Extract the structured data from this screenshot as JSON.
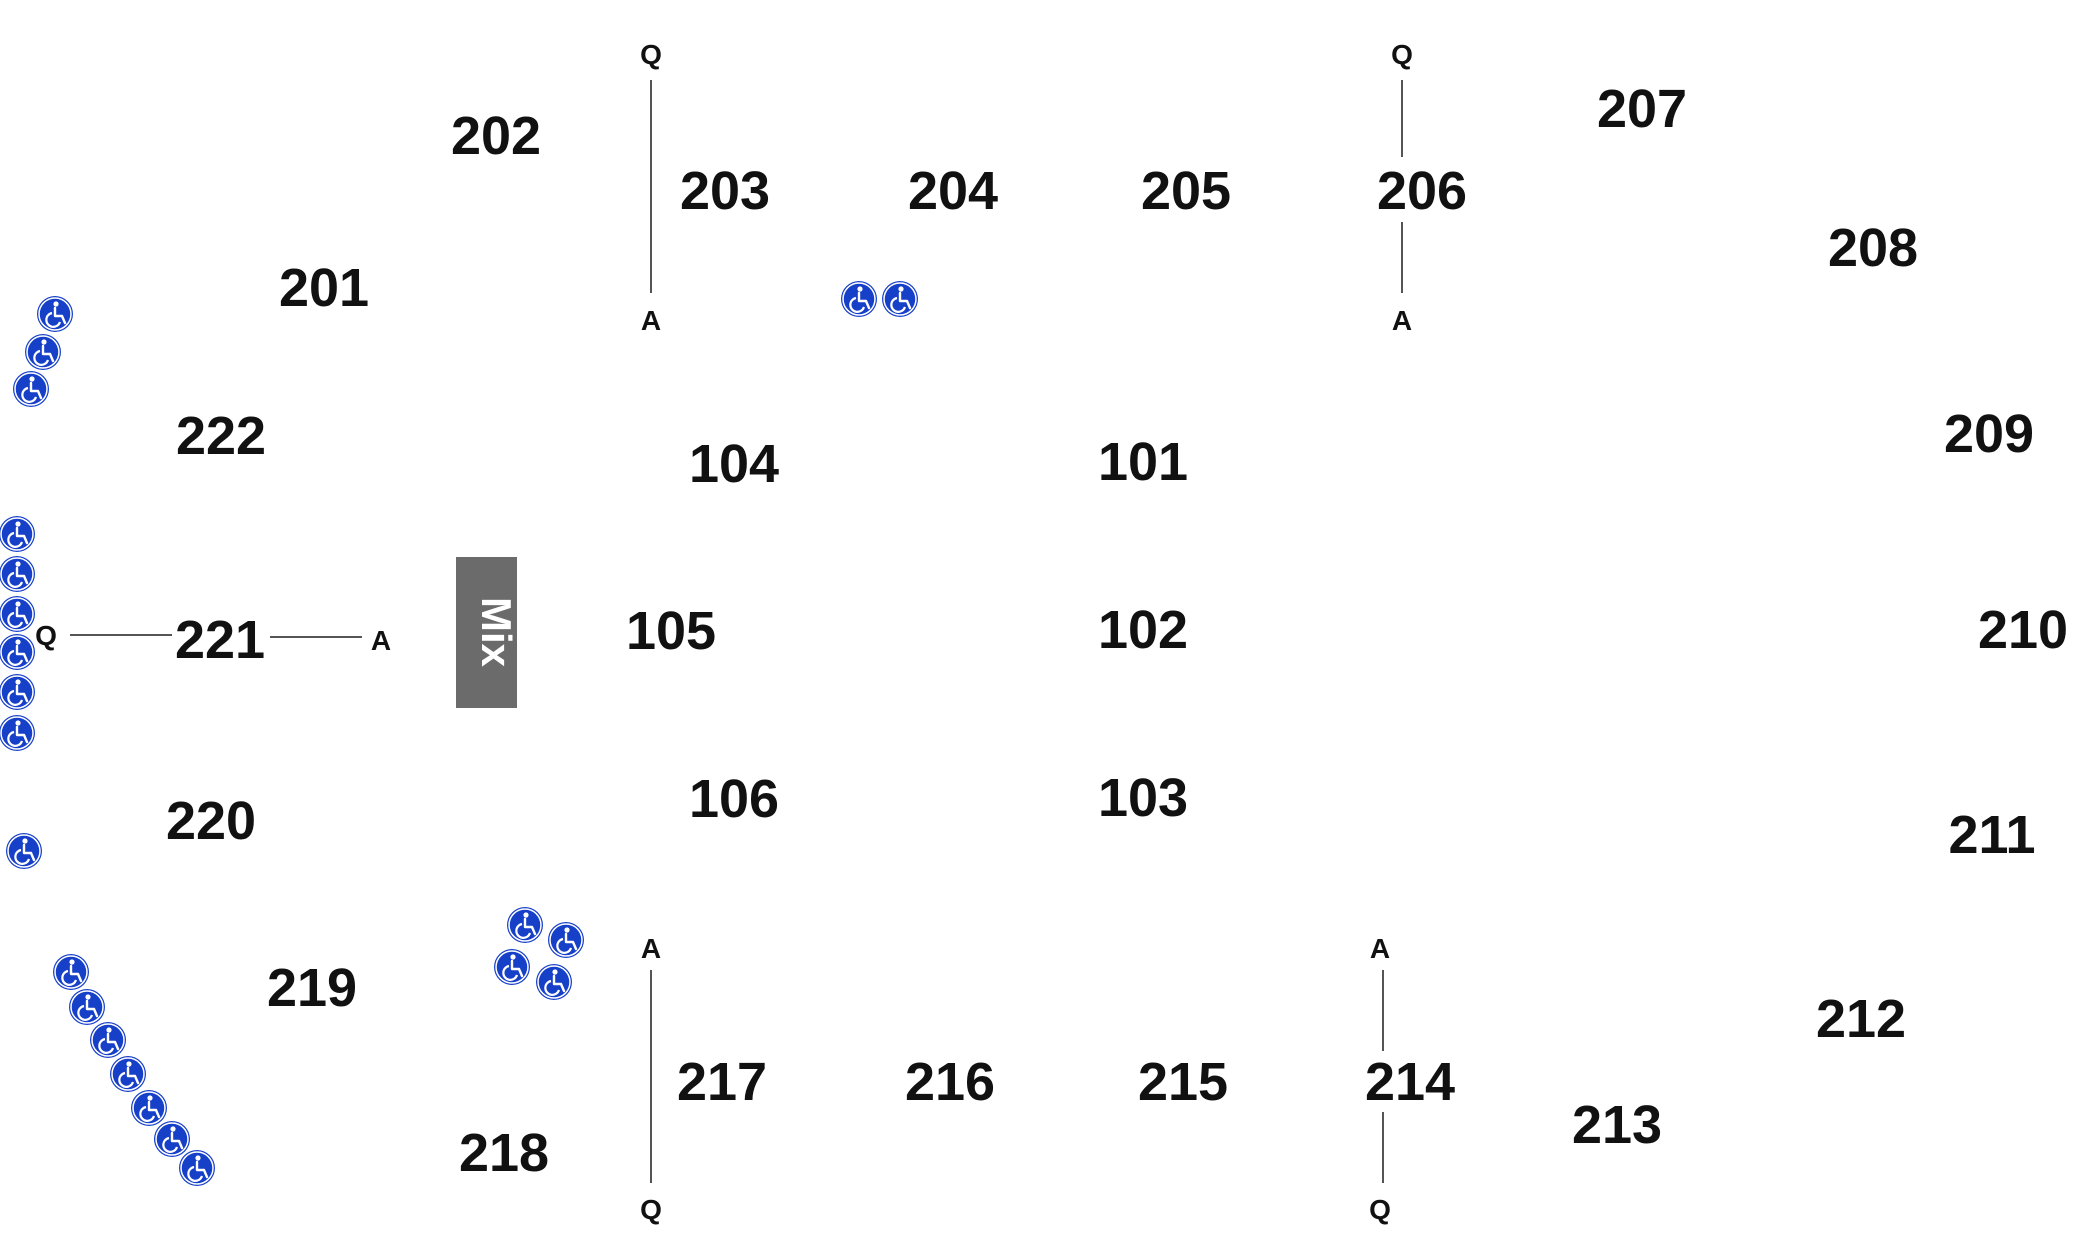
{
  "map": {
    "accessible_icon": "wheelchair-icon",
    "colors": {
      "accessible": "#1740C8",
      "mix_box": "#6B6B6B",
      "text": "#111111",
      "background": "#FFFFFF"
    },
    "mix_label": "Mix",
    "sections": {
      "s101": "101",
      "s102": "102",
      "s103": "103",
      "s104": "104",
      "s105": "105",
      "s106": "106",
      "s201": "201",
      "s202": "202",
      "s203": "203",
      "s204": "204",
      "s205": "205",
      "s206": "206",
      "s207": "207",
      "s208": "208",
      "s209": "209",
      "s210": "210",
      "s211": "211",
      "s212": "212",
      "s213": "213",
      "s214": "214",
      "s215": "215",
      "s216": "216",
      "s217": "217",
      "s218": "218",
      "s219": "219",
      "s220": "220",
      "s221": "221",
      "s222": "222"
    },
    "qa_labels": {
      "q": "Q",
      "a": "A"
    }
  }
}
